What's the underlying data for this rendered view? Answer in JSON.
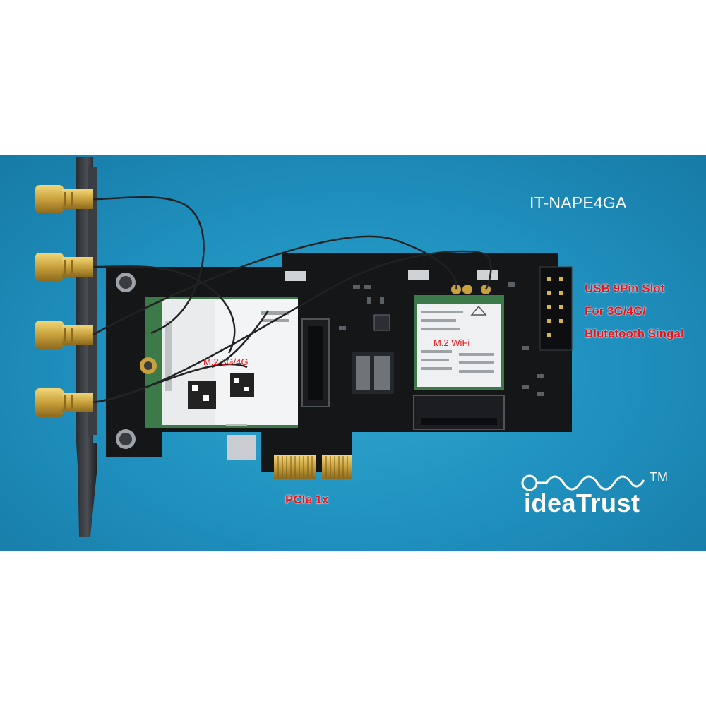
{
  "product": {
    "model": "IT-NAPE4GA"
  },
  "callouts": {
    "usb_line1": "USB 9Pin Slot",
    "usb_line2": "For 3G/4G/",
    "usb_line3": "Blutetooth Singal",
    "pcie": "PCIe 1x",
    "lte_slot": "M.2 3G/4G",
    "wifi_slot": "M.2 WiFi"
  },
  "brand": {
    "name": "ideaTrust",
    "trademark": "TM"
  },
  "colors": {
    "band": "#1f8fbd",
    "pcb": "#141618",
    "callout": "#e8141b",
    "gold": "#d9b64a"
  }
}
